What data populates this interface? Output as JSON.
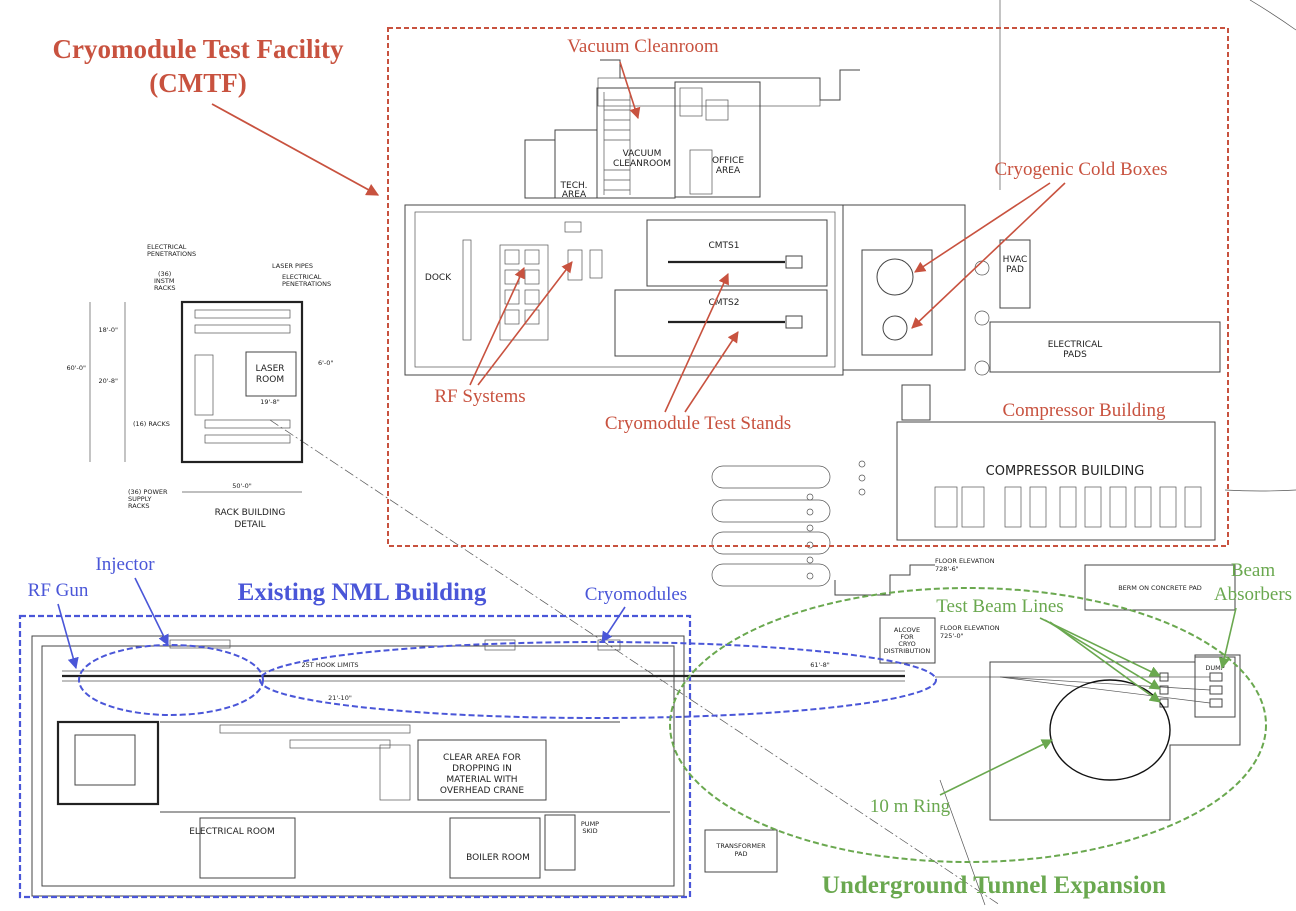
{
  "colors": {
    "red": "#c8523f",
    "blue": "#4a56d8",
    "green": "#6aa84f",
    "drawing": "#444444"
  },
  "callouts": {
    "cmtf_line1": "Cryomodule Test Facility",
    "cmtf_line2": "(CMTF)",
    "vacuum_cleanroom": "Vacuum Cleanroom",
    "cryogenic_cold_boxes": "Cryogenic Cold Boxes",
    "rf_systems": "RF Systems",
    "cryomodule_test_stands": "Cryomodule Test Stands",
    "compressor_building": "Compressor Building",
    "injector": "Injector",
    "rf_gun": "RF Gun",
    "existing_nml": "Existing NML Building",
    "cryomodules": "Cryomodules",
    "test_beam_lines": "Test Beam Lines",
    "beam_absorbers_1": "Beam",
    "beam_absorbers_2": "Absorbers",
    "ring": "10 m Ring",
    "tunnel_expansion": "Underground Tunnel Expansion"
  },
  "drawing_labels": {
    "vacuum_cleanroom_1": "VACUUM",
    "vacuum_cleanroom_2": "CLEANROOM",
    "office_1": "OFFICE",
    "office_2": "AREA",
    "tech_1": "TECH.",
    "tech_2": "AREA",
    "dock": "DOCK",
    "cmts1": "CMTS1",
    "cmts2": "CMTS2",
    "hvac_1": "HVAC",
    "hvac_2": "PAD",
    "electrical_pads_1": "ELECTRICAL",
    "electrical_pads_2": "PADS",
    "compressor_building": "COMPRESSOR BUILDING",
    "laser_room_1": "LASER",
    "laser_room_2": "ROOM",
    "rack_detail_1": "RACK BUILDING",
    "rack_detail_2": "DETAIL",
    "electrical_penetrations_1": "ELECTRICAL",
    "electrical_penetrations_2": "PENETRATIONS",
    "laser_pipes": "LASER PIPES",
    "instm_racks_1": "(36)",
    "instm_racks_2": "INSTM",
    "instm_racks_3": "RACKS",
    "racks_16": "(16) RACKS",
    "power_racks_1": "(36) POWER",
    "power_racks_2": "SUPPLY",
    "power_racks_3": "RACKS",
    "dim_18": "18'-0\"",
    "dim_60": "60'-0\"",
    "dim_20": "20'-8\"",
    "dim_6": "6'-0\"",
    "dim_19": "19'-8\"",
    "dim_50": "50'-0\"",
    "hook_limits": "25T HOOK LIMITS",
    "dim_21": "21'-10\"",
    "dim_61": "61'-8\"",
    "electrical_room": "ELECTRICAL ROOM",
    "boiler_room": "BOILER ROOM",
    "pump_skid_1": "PUMP",
    "pump_skid_2": "SKID",
    "clear_area_1": "CLEAR AREA FOR",
    "clear_area_2": "DROPPING IN",
    "clear_area_3": "MATERIAL WITH",
    "clear_area_4": "OVERHEAD CRANE",
    "floor_elev_1": "FLOOR ELEVATION",
    "floor_elev_1v": "728'-6\"",
    "floor_elev_2": "FLOOR ELEVATION",
    "floor_elev_2v": "725'-0\"",
    "berm": "BERM ON CONCRETE PAD",
    "dump": "DUMP",
    "transformer_1": "TRANSFORMER",
    "transformer_2": "PAD",
    "alcove_1": "ALCOVE",
    "alcove_2": "FOR",
    "alcove_3": "CRYO",
    "alcove_4": "DISTRIBUTION"
  }
}
